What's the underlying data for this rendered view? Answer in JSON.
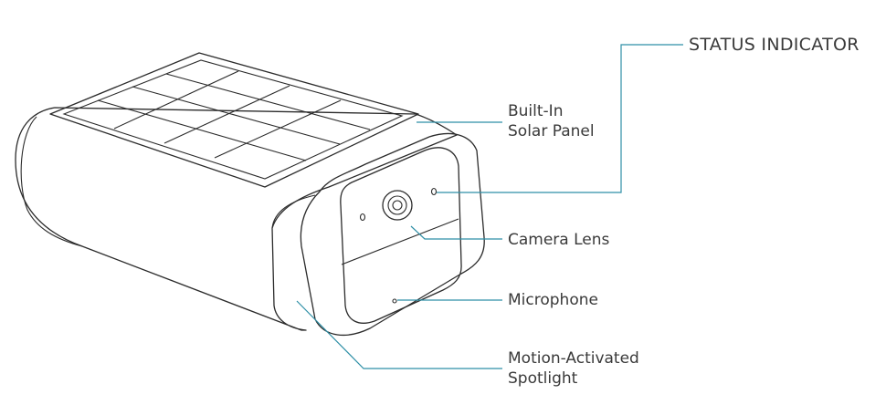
{
  "labels": {
    "status_indicator": "STATUS INDICATOR",
    "solar_panel_line1": "Built-In",
    "solar_panel_line2": "Solar Panel",
    "camera_lens": "Camera Lens",
    "microphone": "Microphone",
    "spotlight_line1": "Motion-Activated",
    "spotlight_line2": "Spotlight"
  },
  "colors": {
    "leader_line": "#2e8fa6",
    "outline": "#2b2b2b",
    "label_text": "#3a3a3a"
  }
}
